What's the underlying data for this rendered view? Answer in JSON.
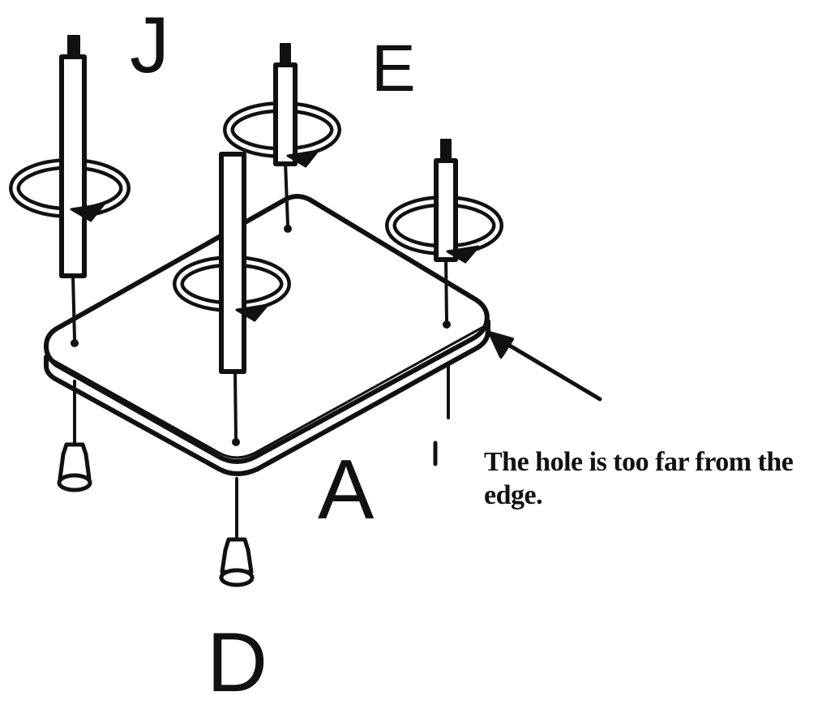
{
  "labels": {
    "j": "J",
    "e": "E",
    "a": "A",
    "d": "D"
  },
  "annotation": {
    "text": "The hole is too far from the edge."
  },
  "colors": {
    "ink": "#111111",
    "paper": "#ffffff"
  }
}
